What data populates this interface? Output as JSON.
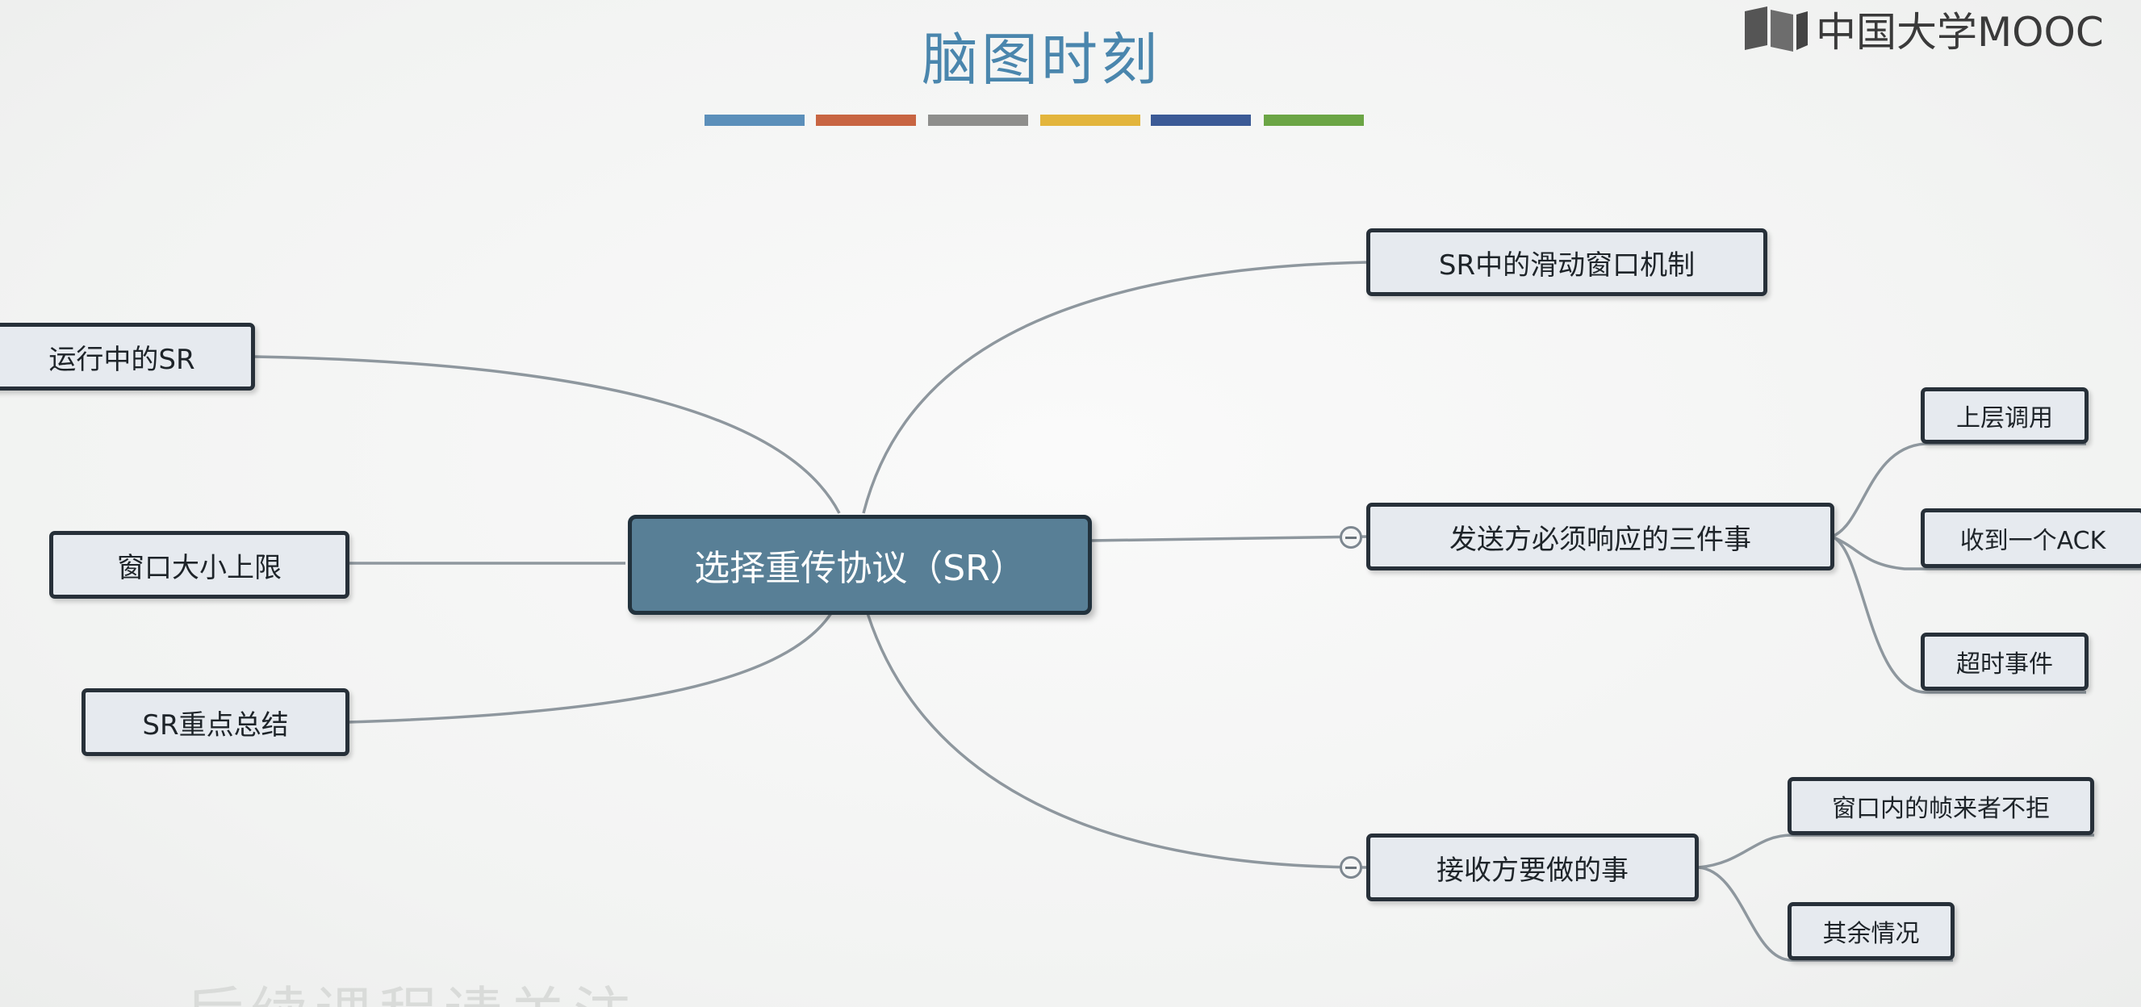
{
  "header": {
    "title": "脑图时刻",
    "logo_text": "中国大学MOOC",
    "logo_icon": "mooc-book-icon",
    "color_bars": [
      "#5b8fba",
      "#c86542",
      "#8e8e8c",
      "#e3b53c",
      "#3b5a96",
      "#6ba545"
    ]
  },
  "mindmap": {
    "central": "选择重传协议（SR）",
    "left": [
      {
        "label": "运行中的SR"
      },
      {
        "label": "窗口大小上限"
      },
      {
        "label": "SR重点总结"
      }
    ],
    "right": [
      {
        "label": "SR中的滑动窗口机制"
      },
      {
        "label": "发送方必须响应的三件事",
        "children": [
          "上层调用",
          "收到一个ACK",
          "超时事件"
        ]
      },
      {
        "label": "接收方要做的事",
        "children": [
          "窗口内的帧来者不拒",
          "其余情况"
        ]
      }
    ]
  },
  "watermark": "后续课程请关注",
  "colors": {
    "central_fill": "#587f96",
    "node_fill": "#e6eaef",
    "border": "#273039",
    "link": "#8e979e",
    "title": "#4a86ad"
  }
}
